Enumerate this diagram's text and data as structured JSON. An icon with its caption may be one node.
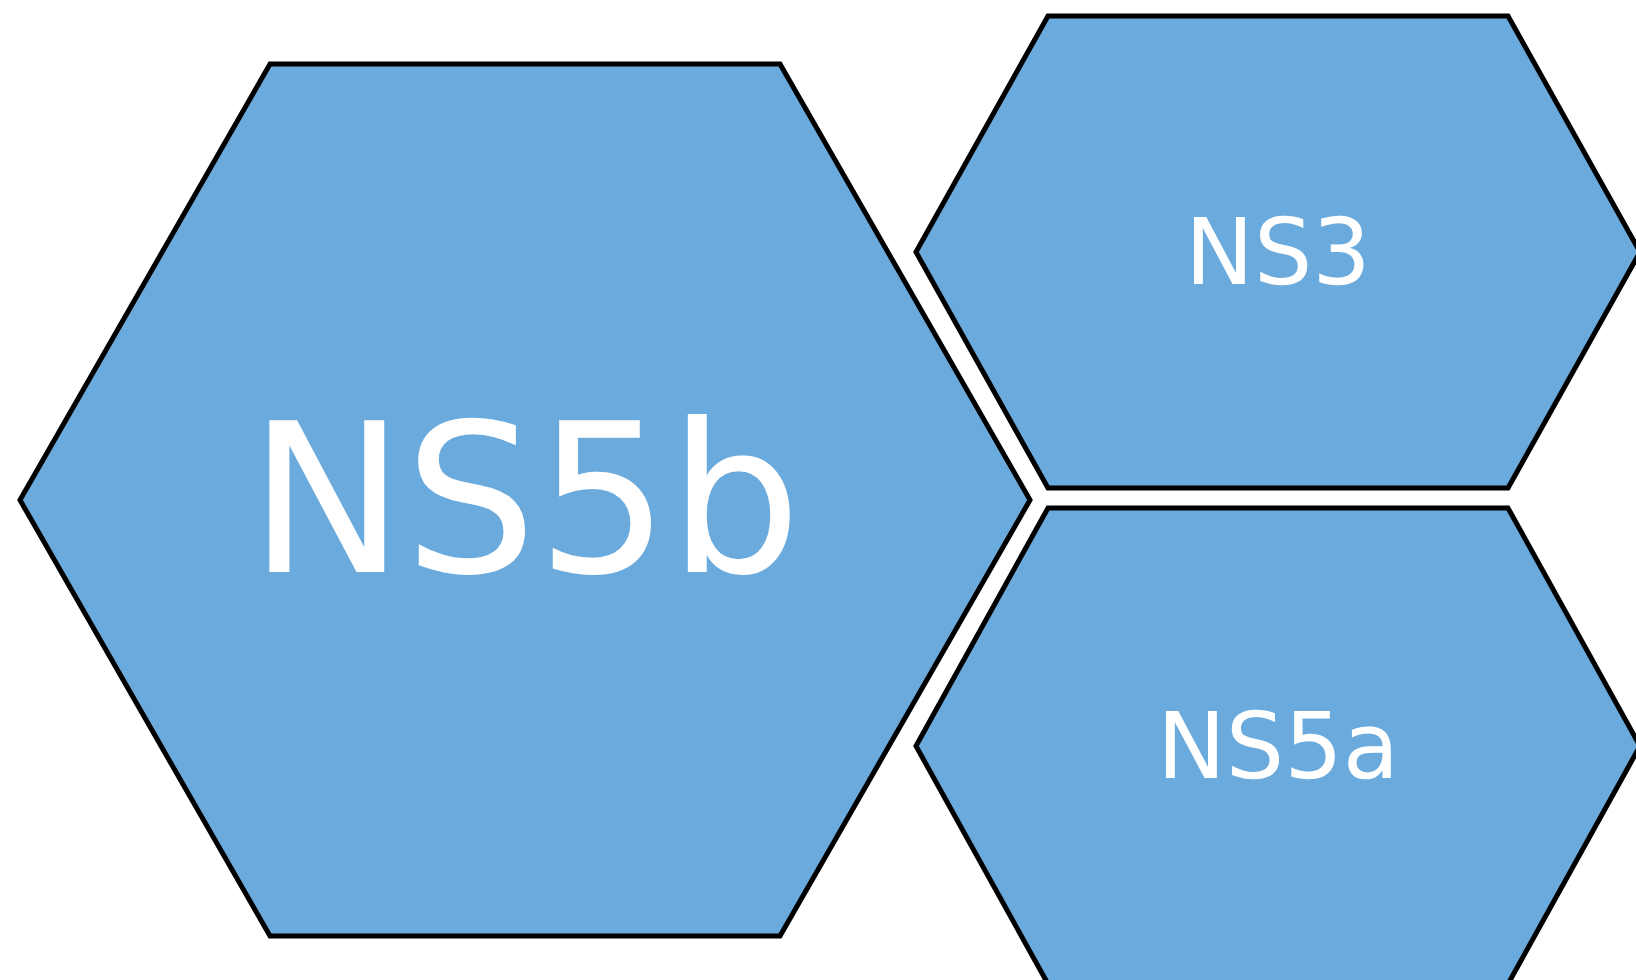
{
  "diagram": {
    "nodes": [
      {
        "text": [
          "NS5b"
        ]
      },
      {
        "text": [
          "NS3"
        ]
      },
      {
        "text": [
          "NS5a"
        ]
      }
    ]
  }
}
